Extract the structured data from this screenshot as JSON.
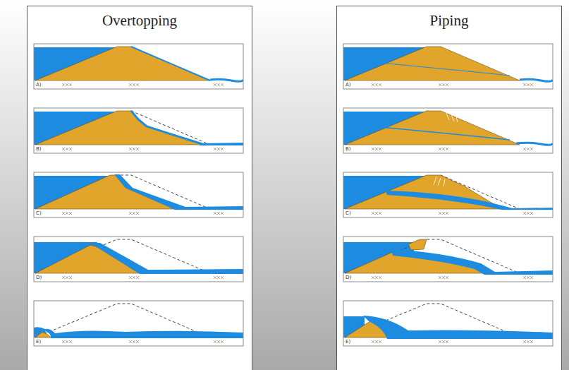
{
  "diagram": {
    "nodes": [
      {
        "text": [
          "Overtopping"
        ]
      },
      {
        "text": [
          "Piping"
        ]
      }
    ],
    "labels": [
      "A)",
      "B)",
      "C)",
      "D)",
      "E)",
      "A)",
      "B)",
      "C)",
      "D)",
      "E)"
    ]
  }
}
